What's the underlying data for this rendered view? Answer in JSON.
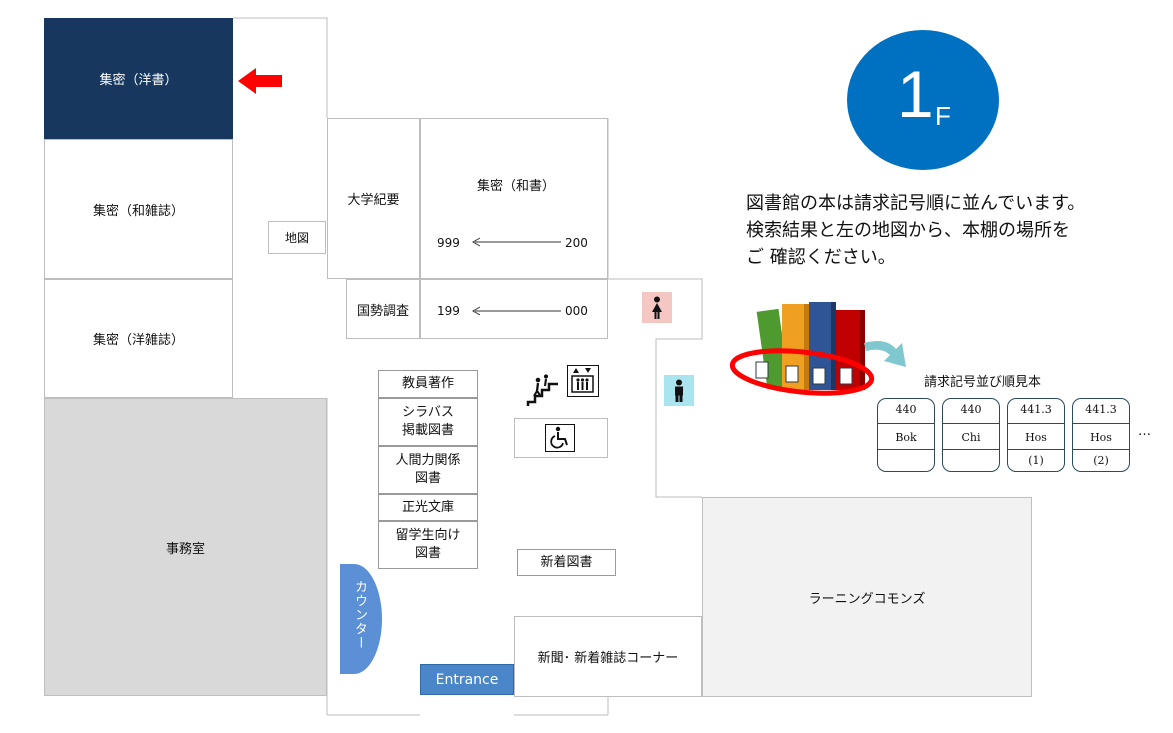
{
  "floor": {
    "number": "1",
    "unit": "F"
  },
  "guide": {
    "lines": [
      "図書館の本は請求記号順に並んでいます。",
      "検索結果と左の地図から、本棚の場所を",
      "ご 確認ください。"
    ]
  },
  "sample": {
    "title": "請求記号並び順見本",
    "labels": [
      {
        "class": "440",
        "author": "Bok",
        "vol": ""
      },
      {
        "class": "440",
        "author": "Chi",
        "vol": ""
      },
      {
        "class": "441.3",
        "author": "Hos",
        "vol": "(1)"
      },
      {
        "class": "441.3",
        "author": "Hos",
        "vol": "(2)"
      }
    ],
    "ellipsis": "…"
  },
  "rooms": {
    "western_books": "集密（洋書）",
    "japanese_magazines": "集密（和雑誌）",
    "western_magazines": "集密（洋雑誌）",
    "office": "事務室",
    "map": "地図",
    "bulletins": "大学紀要",
    "japanese_books": "集密（和書）",
    "census": "国勢調査",
    "faculty_works": "教員著作",
    "syllabus": [
      "シラバス",
      "掲載図書"
    ],
    "human_skills": [
      "人間力関係",
      "図書"
    ],
    "seiko": "正光文庫",
    "international": [
      "留学生向け",
      "図書"
    ],
    "new_books": "新着図書",
    "counter": "カウンター",
    "entrance": "Entrance",
    "newspapers": "新聞･ 新着雑誌コーナー",
    "learning_commons": "ラーニングコモンズ"
  },
  "call_ranges": {
    "row1_start": "999",
    "row1_end": "200",
    "row2_start": "199",
    "row2_end": "000"
  },
  "colors": {
    "highlight_room": "#17375e",
    "floor_badge": "#0070c0",
    "counter": "#5b8fd6",
    "entrance": "#4a86c8",
    "office": "#d9d9d9",
    "commons": "#f2f2f2",
    "women_icon_bg": "#f4c7c3",
    "men_icon_bg": "#a9e4ef",
    "pointer_arrow": "#ff0000"
  },
  "icons": [
    "red-arrow-left-icon",
    "woman-restroom-icon",
    "man-restroom-icon",
    "stairs-icon",
    "elevator-icon",
    "wheelchair-icon",
    "books-icon",
    "curved-arrow-icon"
  ]
}
